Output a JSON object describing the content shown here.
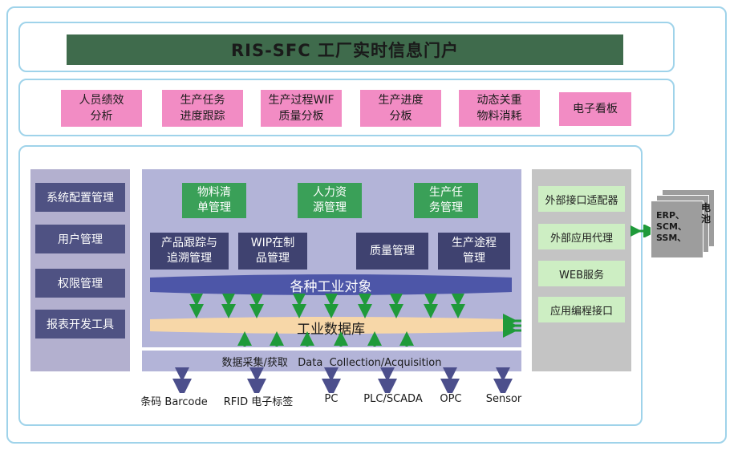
{
  "portal_title": "RIS-SFC 工厂实时信息门户",
  "top_modules": [
    "人员绩效\n分析",
    "生产任务\n进度跟踪",
    "生产过程WIF\n质量分板",
    "生产进度\n分板",
    "动态关重\n物料消耗",
    "电子看板"
  ],
  "left_tools": [
    "系统配置管理",
    "用户管理",
    "权限管理",
    "报表开发工具"
  ],
  "green_modules": [
    "物料清\n单管理",
    "人力资\n源管理",
    "生产任\n务管理"
  ],
  "navy_modules": [
    "产品跟踪与\n追溯管理",
    "WIP在制\n品管理",
    "质量管理",
    "生产途程\n管理"
  ],
  "industrial_objects": "各种工业对象",
  "industrial_db": "工业数据库",
  "data_collection": "数据采集/获取   Data  Collection/Acquisition",
  "devices": [
    "条码 Barcode",
    "RFID 电子标签",
    "PC",
    "PLC/SCADA",
    "OPC",
    "Sensor"
  ],
  "right_services": [
    "外部接口适配器",
    "外部应用代理",
    "WEB服务",
    "应用编程接口"
  ],
  "external": {
    "systems": "ERP、\nSCM、\nSSM、",
    "label": "电\n池"
  },
  "colors": {
    "frame": "#9fd3ea",
    "title_bg": "#3f6b4c",
    "pink": "#f28cc4",
    "purple_item": "#4f5283",
    "green": "#3aa058",
    "navy": "#3f4270",
    "center_bg": "#b3b4d8",
    "band_blue": "#4d56a8",
    "band_peach": "#f7d7a8",
    "arrow_green": "#1f9a3a",
    "arrow_blue": "#4c4f8c"
  }
}
